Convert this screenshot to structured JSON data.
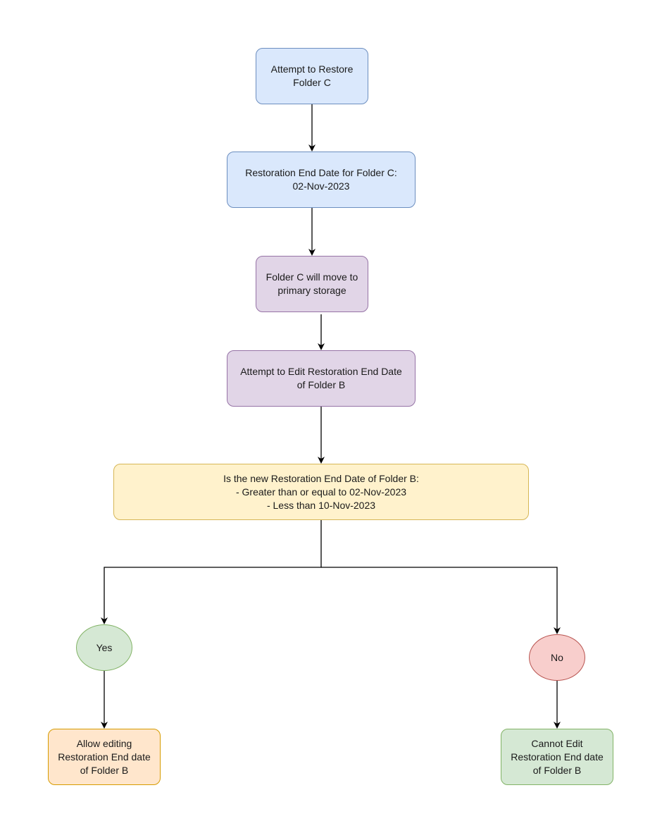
{
  "colors": {
    "blue_fill": "#dae8fc",
    "blue_stroke": "#6c8ebf",
    "purple_fill": "#e1d5e7",
    "purple_stroke": "#9673a6",
    "yellow_fill": "#fff2cc",
    "yellow_stroke": "#d6b656",
    "green_fill": "#d5e8d4",
    "green_stroke": "#82b366",
    "red_fill": "#f8cecc",
    "red_stroke": "#b85450",
    "orange_fill": "#ffe6cc",
    "orange_stroke": "#d79b00",
    "edge": "#000000"
  },
  "nodes": {
    "restore": {
      "label": "Attempt to Restore\nFolder C"
    },
    "enddate": {
      "label": "Restoration End Date for Folder C:\n02-Nov-2023"
    },
    "primary": {
      "label": "Folder C will move to\nprimary storage"
    },
    "editb": {
      "label": "Attempt to Edit Restoration End Date\nof Folder B"
    },
    "decision": {
      "label": "Is the new Restoration End Date of Folder B:\n- Greater than or equal to 02-Nov-2023\n- Less than 10-Nov-2023"
    },
    "yes": {
      "label": "Yes"
    },
    "no": {
      "label": "No"
    },
    "allow": {
      "label": "Allow editing\nRestoration End date\nof Folder B"
    },
    "cannot": {
      "label": "Cannot Edit\nRestoration End date\nof Folder B"
    }
  },
  "edges": [
    {
      "from": "restore",
      "to": "enddate"
    },
    {
      "from": "enddate",
      "to": "primary"
    },
    {
      "from": "primary",
      "to": "editb"
    },
    {
      "from": "editb",
      "to": "decision"
    },
    {
      "from": "decision",
      "to": "yes"
    },
    {
      "from": "decision",
      "to": "no"
    },
    {
      "from": "yes",
      "to": "allow"
    },
    {
      "from": "no",
      "to": "cannot"
    }
  ]
}
